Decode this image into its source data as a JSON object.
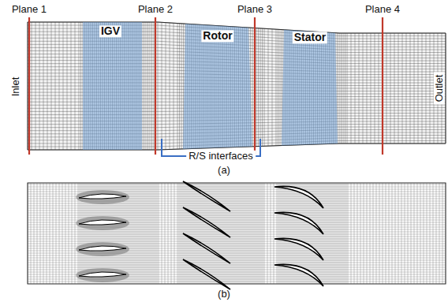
{
  "diagram": {
    "labels": [
      "Plane 1",
      "Plane 2",
      "Plane 3",
      "Plane 4",
      "IGV",
      "Rotor",
      "Stator",
      "Inlet",
      "Outlet",
      "R/S interfaces",
      "(a)",
      "(b)"
    ]
  }
}
